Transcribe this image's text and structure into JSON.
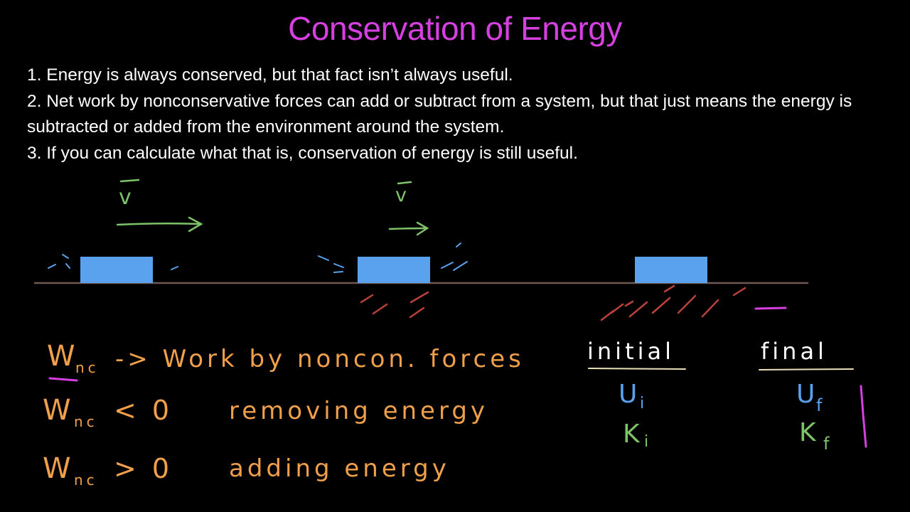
{
  "title": "Conservation of Energy",
  "points": [
    "1. Energy is always conserved, but that fact isn’t always useful.",
    "2. Net work by nonconservative forces can add or subtract from a system, but that just means the energy is subtracted or added from the environment around the system.",
    "3. If you can calculate what that is, conservation of energy is still useful."
  ],
  "velocity_label": "v",
  "notes": {
    "row1_symbol": "W",
    "row1_subscript": "nc",
    "row1_text": "-> Work by noncon. forces",
    "row2_symbol": "W",
    "row2_subscript": "nc",
    "row2_relation": "< 0",
    "row2_text": "removing energy",
    "row3_symbol": "W",
    "row3_subscript": "nc",
    "row3_relation": "> 0",
    "row3_text": "adding energy"
  },
  "energy_table": {
    "initial_header": "initial",
    "final_header": "final",
    "u_initial": "U",
    "u_initial_sub": "i",
    "k_initial": "K",
    "k_initial_sub": "i",
    "u_final": "U",
    "u_final_sub": "f",
    "k_final": "K",
    "k_final_sub": "f"
  },
  "colors": {
    "background": "#000000",
    "title": "#d63fe0",
    "text": "#ffffff",
    "block": "#5aa2ee",
    "floor": "#6e5a52",
    "velocity": "#7ec26a",
    "friction": "#b8423a",
    "handwriting": "#f0a04a",
    "energy_u": "#5aa2ee",
    "energy_k": "#7ec26a",
    "accent": "#d63fe0",
    "underline": "#e9e0b8"
  }
}
